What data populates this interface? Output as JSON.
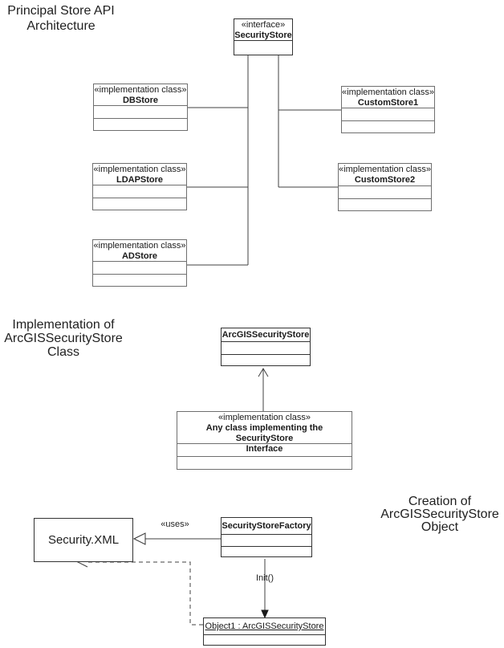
{
  "titles": {
    "principal": "Principal Store API\nArchitecture",
    "implementation": "Implementation of\nArcGISSecurityStore\nClass",
    "creation": "Creation of\nArcGISSecurityStore\nObject"
  },
  "classes": {
    "securitystore": {
      "stereotype": "«interface»",
      "name": "SecurityStore"
    },
    "dbstore": {
      "stereotype": "«implementation class»",
      "name": "DBStore"
    },
    "ldapstore": {
      "stereotype": "«implementation class»",
      "name": "LDAPStore"
    },
    "adstore": {
      "stereotype": "«implementation class»",
      "name": "ADStore"
    },
    "customstore1": {
      "stereotype": "«implementation class»",
      "name": "CustomStore1"
    },
    "customstore2": {
      "stereotype": "«implementation class»",
      "name": "CustomStore2"
    },
    "arcgissecuritystore": {
      "name": "ArcGISSecurityStore"
    },
    "anyclass": {
      "stereotype": "«implementation class»",
      "name": "Any class implementing the SecurityStore\nInterface"
    },
    "securityxml": {
      "name": "Security.XML"
    },
    "securitystorefactory": {
      "name": "SecurityStoreFactory"
    },
    "object1": {
      "name": "Object1 : ArcGISSecurityStore"
    }
  },
  "edge_labels": {
    "uses": "«uses»",
    "init": "Init()"
  },
  "colors": {
    "background": "#ffffff",
    "text": "#1a1a1a",
    "implementation_box_border": "#6f6f6f",
    "main_box_border": "#333333",
    "connector": "#404040"
  }
}
